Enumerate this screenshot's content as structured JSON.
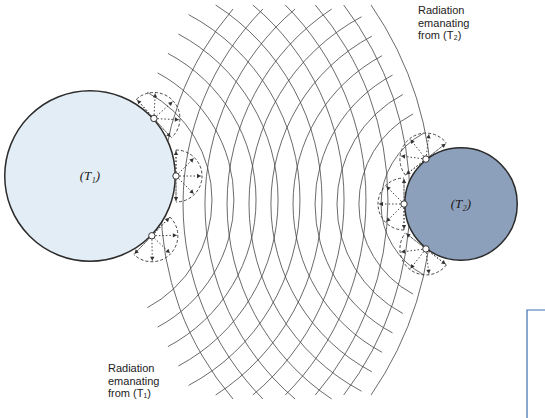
{
  "diagram": {
    "nodes": [
      {
        "text": [
          "(T₁)"
        ]
      },
      {
        "text": [
          "(T₂)"
        ]
      }
    ],
    "labels": [
      "Radiation emanating from (T₂)",
      "Radiation emanating from (T₁)"
    ]
  }
}
